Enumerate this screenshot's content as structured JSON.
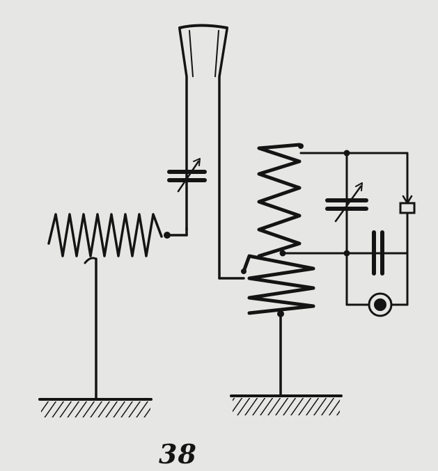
{
  "figure": {
    "number": "38"
  },
  "colors": {
    "paper": "#e6e6e4",
    "ink": "#141414"
  },
  "components": [
    "aerial",
    "tuning-coil",
    "variable-capacitor",
    "coupling-transformer",
    "fixed-capacitor",
    "detector",
    "telephone-receiver",
    "ground"
  ]
}
